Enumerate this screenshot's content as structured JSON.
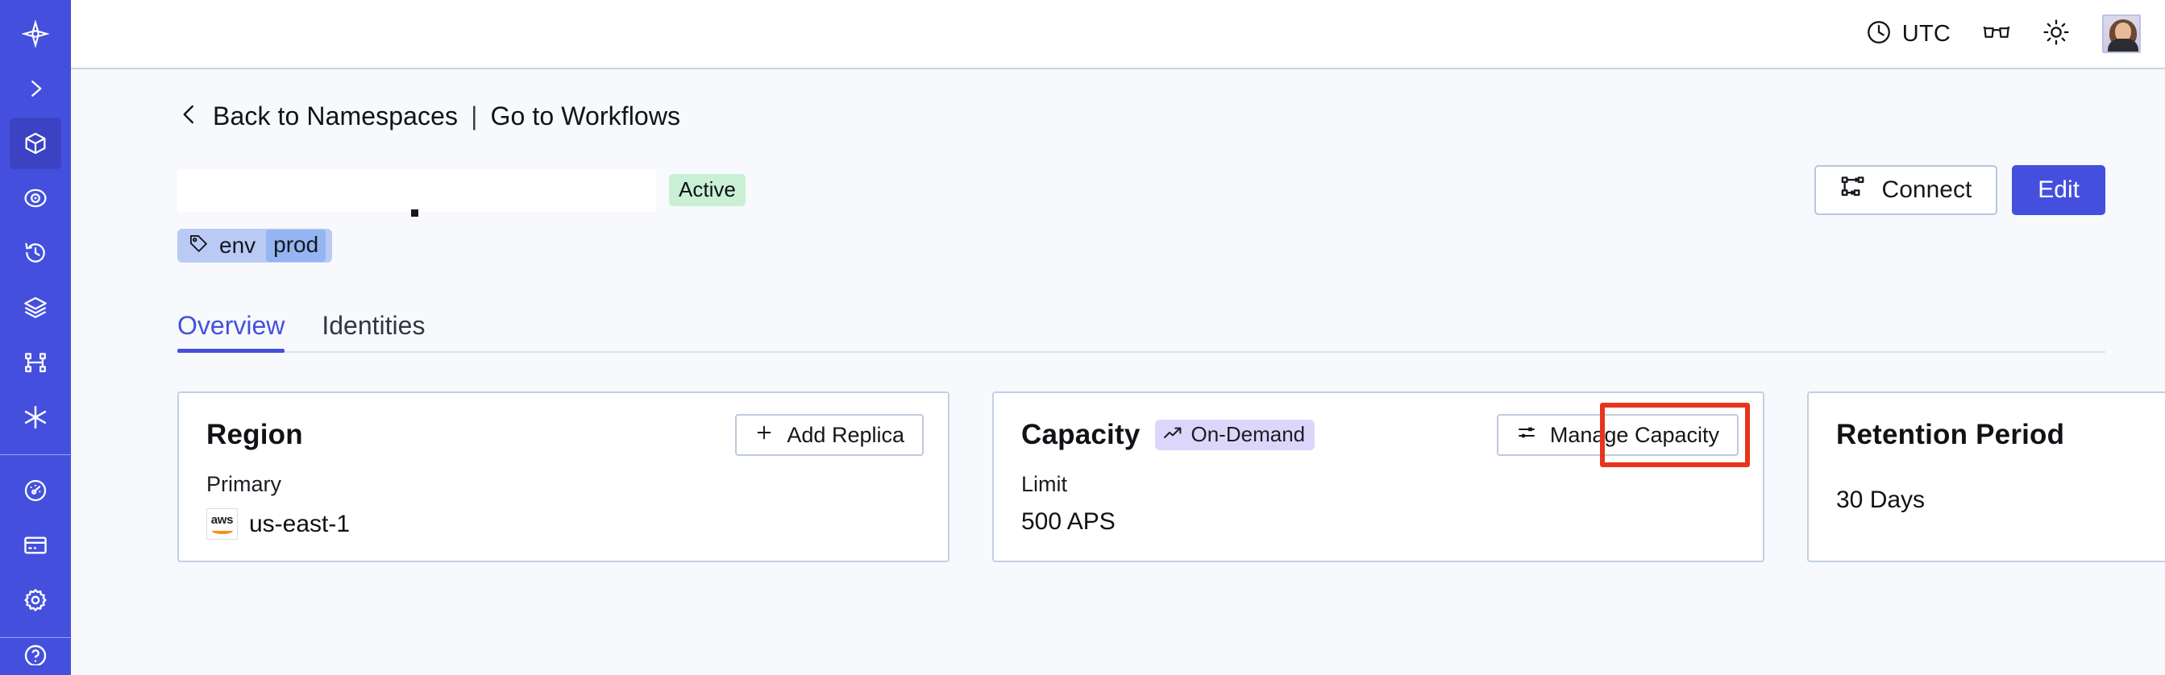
{
  "sidebar": {
    "items": [
      {
        "name": "logo",
        "icon": "temporal-logo-icon"
      },
      {
        "name": "expand",
        "icon": "chevron-right-icon"
      },
      {
        "name": "namespaces",
        "icon": "cube-icon",
        "active": true
      },
      {
        "name": "observe",
        "icon": "eye-icon"
      },
      {
        "name": "schedules",
        "icon": "clock-rewind-icon"
      },
      {
        "name": "layers",
        "icon": "layers-icon"
      },
      {
        "name": "workflows",
        "icon": "git-branch-icon"
      },
      {
        "name": "nexus",
        "icon": "asterisk-icon"
      },
      {
        "name": "usage",
        "icon": "gauge-icon"
      },
      {
        "name": "billing",
        "icon": "credit-card-icon"
      },
      {
        "name": "settings",
        "icon": "gear-icon"
      },
      {
        "name": "help",
        "icon": "help-circle-icon"
      }
    ]
  },
  "header": {
    "timezone_label": "UTC",
    "timezone_icon": "clock-icon",
    "glasses_icon": "reading-glasses-icon",
    "theme_icon": "sun-icon",
    "avatar_alt": "user-avatar"
  },
  "breadcrumb": {
    "back_icon": "chevron-left-icon",
    "back_label": "Back to Namespaces",
    "separator": "|",
    "forward_label": "Go to Workflows"
  },
  "namespace": {
    "title": "",
    "status": "Active",
    "tag": {
      "icon": "tag-icon",
      "key": "env",
      "value": "prod"
    }
  },
  "actions": {
    "connect_label": "Connect",
    "connect_icon": "connection-icon",
    "edit_label": "Edit"
  },
  "tabs": [
    {
      "label": "Overview",
      "active": true
    },
    {
      "label": "Identities",
      "active": false
    }
  ],
  "cards": {
    "region": {
      "title": "Region",
      "button_label": "Add Replica",
      "button_icon": "plus-icon",
      "sub_label": "Primary",
      "provider_icon": "aws-logo",
      "provider_word": "aws",
      "value": "us-east-1"
    },
    "capacity": {
      "title": "Capacity",
      "badge_label": "On-Demand",
      "badge_icon": "trending-up-icon",
      "button_label": "Manage Capacity",
      "button_icon": "sliders-icon",
      "sub_label": "Limit",
      "value": "500 APS",
      "highlighted": true
    },
    "retention": {
      "title": "Retention Period",
      "value": "30 Days"
    }
  },
  "colors": {
    "brand": "#4450dd",
    "sidebar": "#4450dd",
    "sidebar_active": "#3b43c4",
    "page_bg": "#f7f9fc",
    "card_border": "#c3cfe3",
    "status_active_bg": "#c9f0d4",
    "tag_bg": "#b9cbf5",
    "tag_value_bg": "#95b4f2",
    "badge_bg": "#ddd6fa",
    "annotation": "#e8341c",
    "aws_orange": "#f19020"
  }
}
